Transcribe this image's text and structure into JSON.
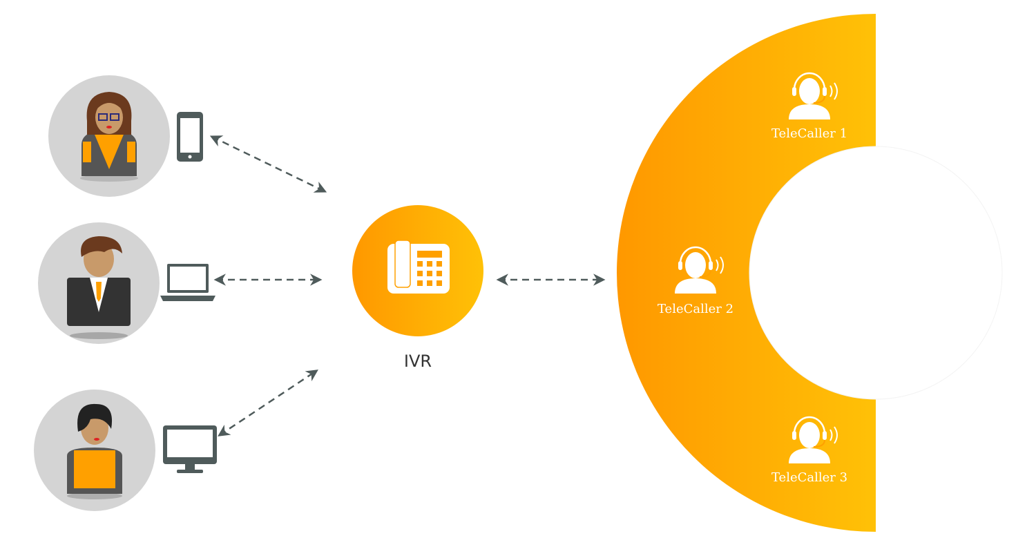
{
  "ivr": {
    "label": "IVR",
    "icon": "desk-phone-icon"
  },
  "telecallers": [
    {
      "label": "TeleCaller 1",
      "icon": "headset-agent-icon"
    },
    {
      "label": "TeleCaller 2",
      "icon": "headset-agent-icon"
    },
    {
      "label": "TeleCaller 3",
      "icon": "headset-agent-icon"
    }
  ],
  "callers": [
    {
      "device": "smartphone-icon"
    },
    {
      "device": "laptop-icon"
    },
    {
      "device": "monitor-icon"
    }
  ],
  "colors": {
    "orange_start": "#ff9800",
    "orange_end": "#ffc107",
    "arrow": "#4f5b5b",
    "avatar_bg": "#d4d4d4"
  }
}
